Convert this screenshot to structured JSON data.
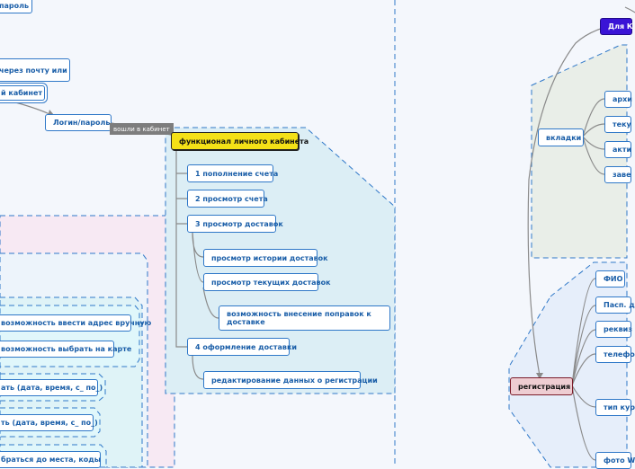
{
  "nodes": {
    "parol_top": "пароль",
    "cherez_pochtu": "через почту или",
    "lichnyi_kabinet": "й кабинет",
    "login_parol": "Логин/пароль",
    "voshli_tag": "вошли в кабинет",
    "funktsional": "функционал личного кабинета",
    "popolnenie": "1 пополнение счета",
    "prosmotr_scheta": "2 просмотр счета",
    "prosmotr_dostavok": "3 просмотр доставок",
    "istoriya": "просмотр истории доставок",
    "tekushchie": "просмотр текущих доставок",
    "popravki": "возможность внесение поправок к доставке",
    "oformlenie": "4 оформление доставки",
    "redaktirovanie": "редактирование данных о регистрации",
    "adres_vruchnuyu": "возможность ввести адрес вручную",
    "na_karte": "возможность выбрать на карте",
    "data_vremya_1": "ать (дата, время, с_ по_)",
    "data_vremya_2": "ть (дата, время, с_ по_)",
    "dobratsya": "браться до места, коды",
    "dlya_k": "Для К",
    "vkladki": "вкладки",
    "arkh": "архи",
    "teku": "теку",
    "akti": "акти",
    "zave": "заве",
    "registratsiya": "регистрация",
    "fio": "ФИО",
    "pasp": "Пасп. д",
    "rekviz": "реквиз",
    "telefo": "телефо",
    "tip_kur": "тип кур",
    "foto_w": "фото W"
  }
}
